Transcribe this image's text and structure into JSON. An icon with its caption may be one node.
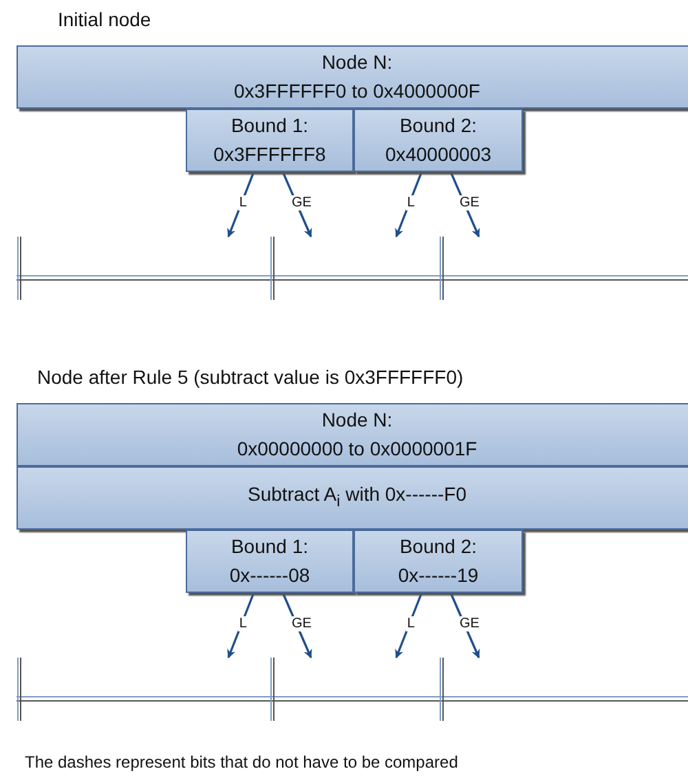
{
  "diagram": {
    "nodes": [
      {
        "text": [
          "Node N:",
          "0x3FFFFFF0 to 0x4000000F"
        ]
      },
      {
        "text": [
          "Bound 1:",
          "0x3FFFFFF8"
        ]
      },
      {
        "text": [
          "Bound 2:",
          "0x40000003"
        ]
      },
      {
        "text": [
          "Node N:",
          "0x00000000 to 0x0000001F"
        ]
      },
      {
        "text": [
          "Subtract A$_{i}$ with 0x------F0"
        ]
      },
      {
        "text": [
          "Bound 1:",
          "0x------08"
        ]
      },
      {
        "text": [
          "Bound 2:",
          "0x------19"
        ]
      }
    ],
    "edges": [
      {
        "from": 1,
        "to": null,
        "arrow": "to",
        "label": "L"
      },
      {
        "from": 1,
        "to": null,
        "arrow": "to",
        "label": "GE"
      },
      {
        "from": 2,
        "to": null,
        "arrow": "to",
        "label": "L"
      },
      {
        "from": 2,
        "to": null,
        "arrow": "to",
        "label": "GE"
      },
      {
        "from": 5,
        "to": null,
        "arrow": "to",
        "label": "L"
      },
      {
        "from": 5,
        "to": null,
        "arrow": "to",
        "label": "GE"
      },
      {
        "from": 6,
        "to": null,
        "arrow": "to",
        "label": "L"
      },
      {
        "from": 6,
        "to": null,
        "arrow": "to",
        "label": "GE"
      }
    ],
    "labels": [
      "Initial node",
      "Node after Rule 5 (subtract value is 0x3FFFFFF0)",
      "The dashes represent bits that do not have to be compared"
    ]
  }
}
